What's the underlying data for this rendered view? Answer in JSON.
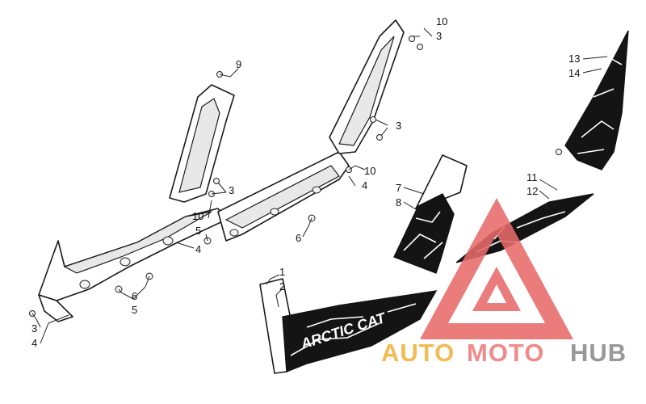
{
  "diagram": {
    "callouts": [
      {
        "id": "c1",
        "label": "1"
      },
      {
        "id": "c2",
        "label": "2"
      },
      {
        "id": "c3a",
        "label": "3"
      },
      {
        "id": "c3b",
        "label": "3"
      },
      {
        "id": "c3c",
        "label": "3"
      },
      {
        "id": "c3d",
        "label": "3"
      },
      {
        "id": "c4a",
        "label": "4"
      },
      {
        "id": "c4b",
        "label": "4"
      },
      {
        "id": "c4c",
        "label": "4"
      },
      {
        "id": "c5a",
        "label": "5"
      },
      {
        "id": "c5b",
        "label": "5"
      },
      {
        "id": "c6a",
        "label": "6"
      },
      {
        "id": "c6b",
        "label": "6"
      },
      {
        "id": "c7",
        "label": "7"
      },
      {
        "id": "c8",
        "label": "8"
      },
      {
        "id": "c9",
        "label": "9"
      },
      {
        "id": "c10a",
        "label": "10"
      },
      {
        "id": "c10b",
        "label": "10"
      },
      {
        "id": "c10c",
        "label": "10"
      },
      {
        "id": "c11",
        "label": "11"
      },
      {
        "id": "c12",
        "label": "12"
      },
      {
        "id": "c13",
        "label": "13"
      },
      {
        "id": "c14",
        "label": "14"
      }
    ],
    "decal_logo_text": "ARCTIC CAT"
  },
  "watermark": {
    "part1": "AUTO",
    "part2": "MOTO",
    "part3": "HUB",
    "colors": {
      "triangle": "#e86a6a",
      "auto": "#f3b13c",
      "moto": "#f07a7a",
      "hub": "#8a8a8a"
    }
  }
}
